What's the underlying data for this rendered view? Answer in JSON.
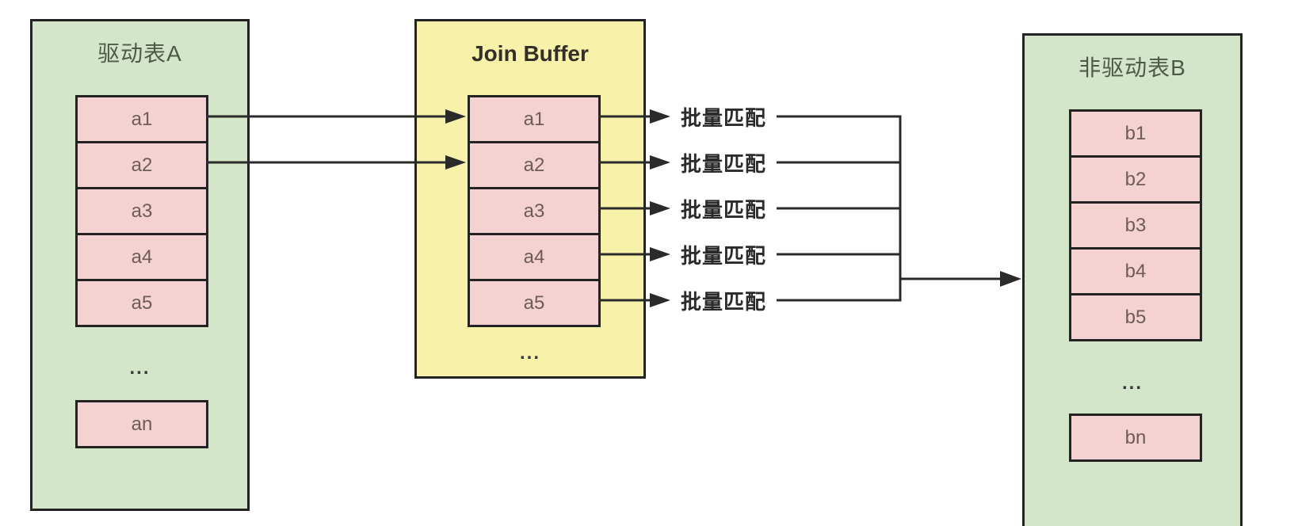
{
  "diagram": {
    "background_color": "#ffffff",
    "border_color": "#232323",
    "line_color": "#2a2a2a",
    "green_fill": "#d4e6c9",
    "yellow_fill": "#f8f1a9",
    "pink_fill": "#f3d2d1"
  },
  "table_a": {
    "title": "驱动表A",
    "rows": [
      "a1",
      "a2",
      "a3",
      "a4",
      "a5"
    ],
    "ellipsis": "...",
    "last_row": "an"
  },
  "join_buffer": {
    "title": "Join Buffer",
    "rows": [
      "a1",
      "a2",
      "a3",
      "a4",
      "a5"
    ],
    "ellipsis": "..."
  },
  "table_b": {
    "title": "非驱动表B",
    "rows": [
      "b1",
      "b2",
      "b3",
      "b4",
      "b5"
    ],
    "ellipsis": "...",
    "last_row": "bn"
  },
  "connections": {
    "batch_match_labels": [
      "批量匹配",
      "批量匹配",
      "批量匹配",
      "批量匹配",
      "批量匹配"
    ]
  }
}
